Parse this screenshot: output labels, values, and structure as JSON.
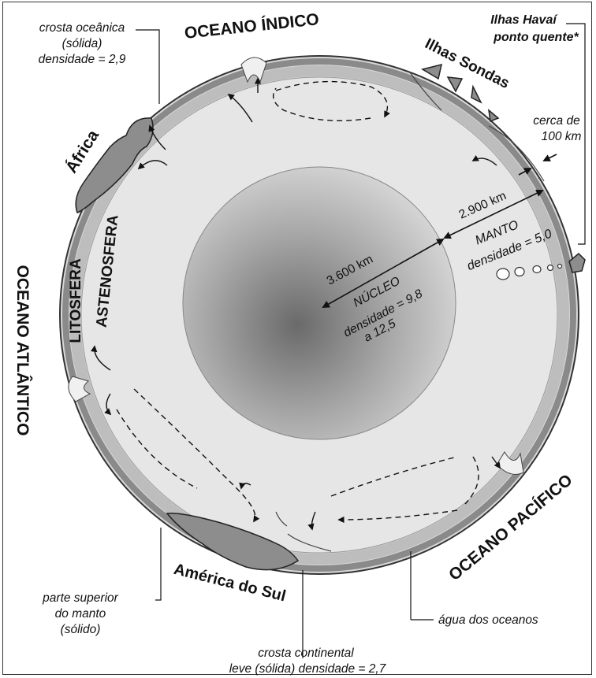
{
  "labels": {
    "crosta_oceanica": [
      "crosta oceânica",
      "(sólida)",
      "densidade = 2,9"
    ],
    "oceano_indico": "OCEANO ÍNDICO",
    "ilhas_havai": [
      "Ilhas Havaí",
      "ponto quente*"
    ],
    "ilhas_sondas": "Ilhas Sondas",
    "africa": "África",
    "cerca_100": [
      "cerca de",
      "100 km"
    ],
    "dist_2900": "2.900 km",
    "manto": [
      "MANTO",
      "densidade = 5,0"
    ],
    "dist_3600": "3.600 km",
    "nucleo": [
      "NÚCLEO",
      "densidade = 9,8",
      "a 12,5"
    ],
    "litosfera": "LITOSFERA",
    "astenosfera": "ASTENOSFERA",
    "oceano_atlantico": "OCEANO ATLÂNTICO",
    "oceano_pacifico": "OCEANO PACÍFICO",
    "america_do_sul": "América do Sul",
    "parte_superior": [
      "parte superior",
      "do manto",
      "(sólido)"
    ],
    "agua_oceanos": "água dos oceanos",
    "crosta_continental": [
      "crosta continental",
      "leve (sólida) densidade = 2,7"
    ]
  },
  "colors": {
    "lithosphere": "#8a8a8a",
    "asthenosphere_band": "#b9b9b9",
    "mantle": "#e4e4e4",
    "core_center": "#6e6e6e",
    "core_edge": "#d0d0d0",
    "continent": "#8d8d8d"
  }
}
